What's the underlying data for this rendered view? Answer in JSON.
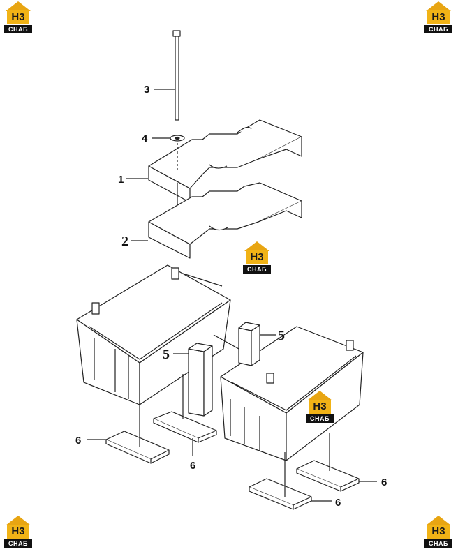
{
  "watermark": {
    "top_text": "Н3",
    "bottom_text": "СНАБ",
    "colors": {
      "roof": "#e8a512",
      "box": "#f1b316",
      "bar": "#111111"
    }
  },
  "callouts": {
    "c1": "1",
    "c2": "2",
    "c3": "3",
    "c4": "4",
    "c5a": "5",
    "c5b": "5",
    "c6a": "6",
    "c6b": "6",
    "c6c": "6",
    "c6d": "6"
  }
}
